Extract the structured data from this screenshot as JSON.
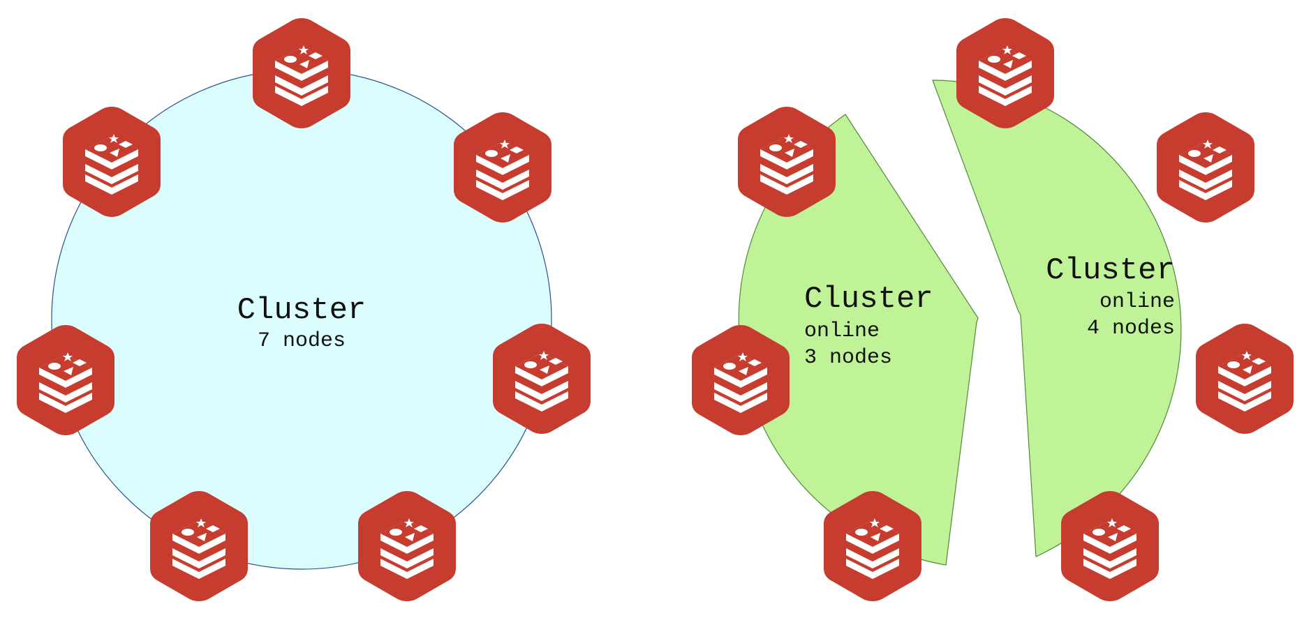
{
  "colors": {
    "node_red": "#c63d2f",
    "node_white": "#ffffff",
    "cluster_full_fill": "#dcfdfd",
    "cluster_full_stroke": "#2b4f8f",
    "cluster_split_fill": "#c0f297",
    "cluster_split_stroke": "#4f8a3a"
  },
  "node_icon": "redis-logo-icon",
  "diagrams": [
    {
      "name": "unified-cluster",
      "title": "Cluster",
      "lines": [
        "7 nodes"
      ],
      "node_count": 7
    },
    {
      "name": "split-cluster",
      "partitions": [
        {
          "name": "partition-left",
          "title": "Cluster",
          "lines": [
            "online",
            "3 nodes"
          ],
          "node_count": 3
        },
        {
          "name": "partition-right",
          "title": "Cluster",
          "lines": [
            "online",
            "4 nodes"
          ],
          "node_count": 4
        }
      ]
    }
  ]
}
